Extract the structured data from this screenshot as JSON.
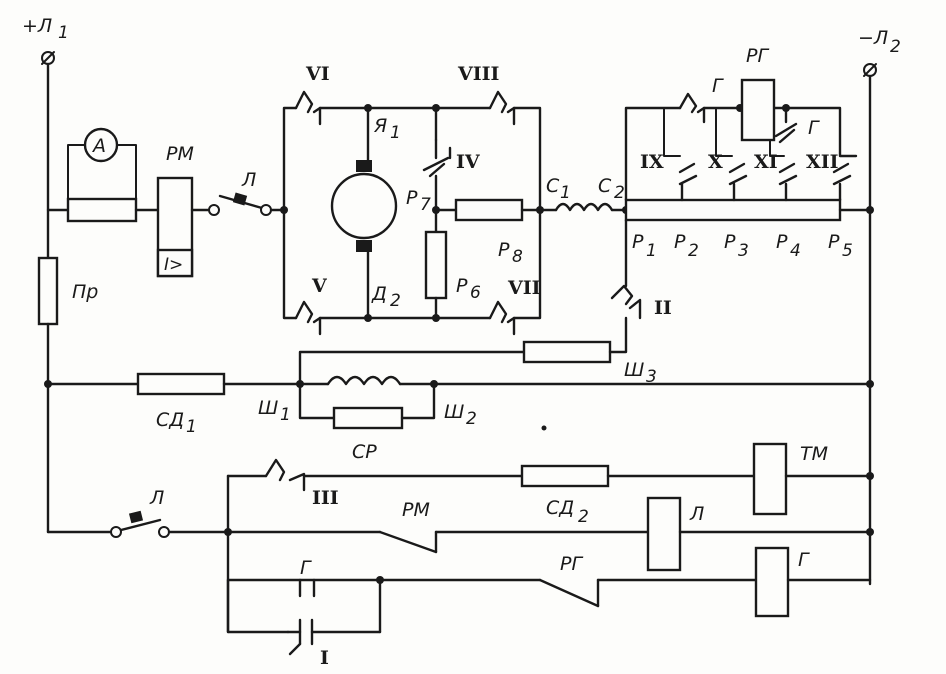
{
  "terminals": {
    "plus": "+Л",
    "plus_sub": "1",
    "minus": "−Л",
    "minus_sub": "2"
  },
  "components": {
    "ammeter": "A",
    "overload_relay": "РМ",
    "overload_relay_mark": "I>",
    "contactor_main": "Л",
    "armature": "Я",
    "armature_sub": "1",
    "field_d2": "Д",
    "field_d2_sub": "2",
    "series_c1": "С",
    "series_c1_sub": "1",
    "series_c2": "С",
    "series_c2_sub": "2",
    "fuse": "Пр",
    "resistor_cd1": "СД",
    "resistor_cd1_sub": "1",
    "shunt_w1": "Ш",
    "shunt_w1_sub": "1",
    "shunt_w2": "Ш",
    "shunt_w2_sub": "2",
    "shunt_w3": "Ш",
    "shunt_w3_sub": "3",
    "shunt_reg": "СР",
    "resistor_cd2": "СД",
    "resistor_cd2_sub": "2",
    "coil_tm": "ТМ",
    "coil_l": "Л",
    "coil_g": "Г",
    "time_relay": "РГ",
    "contact_g": "Г",
    "contact_g2": "Г",
    "contact_pm_lower": "РМ",
    "contact_rg_lower": "РГ",
    "contact_l_lower": "Л",
    "contact_g_lower": "Г"
  },
  "resistors": {
    "p1": "Р",
    "p1_sub": "1",
    "p2": "Р",
    "p2_sub": "2",
    "p3": "Р",
    "p3_sub": "3",
    "p4": "Р",
    "p4_sub": "4",
    "p5": "Р",
    "p5_sub": "5",
    "p6": "Р",
    "p6_sub": "6",
    "p7": "Р",
    "p7_sub": "7",
    "p8": "Р",
    "p8_sub": "8"
  },
  "contacts": {
    "c1": "I",
    "c2": "II",
    "c3": "III",
    "c4": "IV",
    "c5": "V",
    "c6": "VI",
    "c7": "VII",
    "c8": "VIII",
    "c9": "IX",
    "c10": "X",
    "c11": "XI",
    "c12": "XII"
  }
}
